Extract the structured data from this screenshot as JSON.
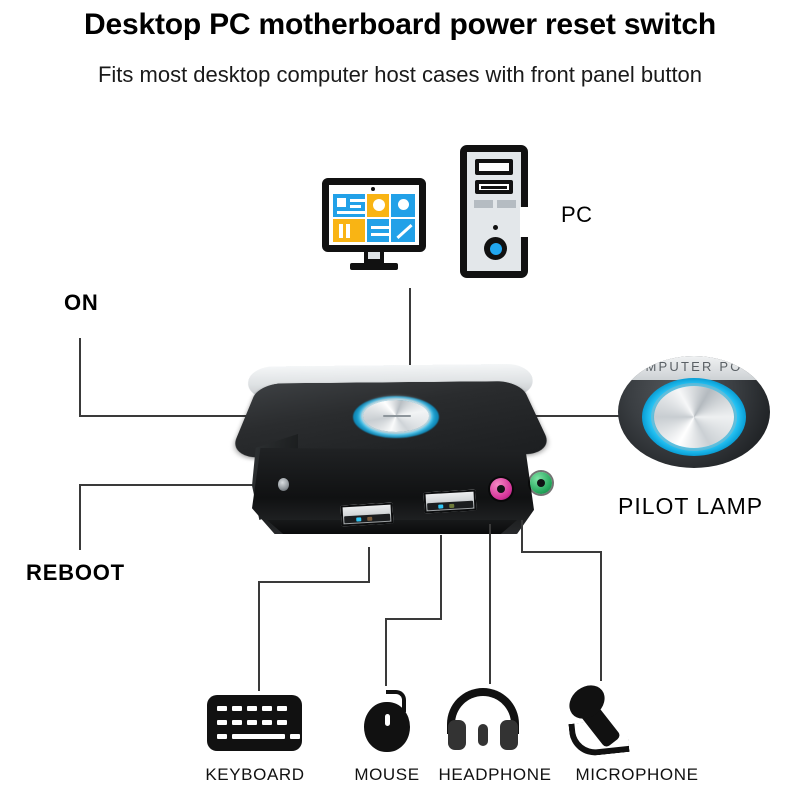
{
  "header": {
    "title": "Desktop PC motherboard power reset switch",
    "subtitle": "Fits most desktop computer host cases with front panel button"
  },
  "callouts": {
    "on": "ON",
    "reboot": "REBOOT",
    "pc": "PC",
    "pilot_lamp": "PILOT LAMP"
  },
  "lamp": {
    "engraved_text": "MPUTER PO"
  },
  "device_labels": [
    {
      "id": "keyboard",
      "label": "KEYBOARD"
    },
    {
      "id": "mouse",
      "label": "MOUSE"
    },
    {
      "id": "headphone",
      "label": "HEADPHONE"
    },
    {
      "id": "microphone",
      "label": "MICROPHONE"
    }
  ],
  "icons": {
    "monitor": "monitor-icon",
    "tower": "pc-tower-icon",
    "keyboard": "keyboard-icon",
    "mouse": "mouse-icon",
    "headphone": "headphone-icon",
    "microphone": "microphone-icon",
    "power_button": "power-button-icon",
    "usb_port": "usb-port-icon",
    "mic_jack": "microphone-jack-icon",
    "headphone_jack": "headphone-jack-icon",
    "reboot_pinhole": "reboot-pinhole-icon"
  },
  "colors": {
    "background": "#ffffff",
    "text": "#111111",
    "leader_line": "#3a3a3a",
    "screen_blue": "#22a1e8",
    "screen_yellow": "#f9b414",
    "tower_power_blue": "#21a7f0",
    "glow_cyan": "#2fd0ff",
    "mic_jack_pink": "#d6359a",
    "headphone_jack_green": "#25a75c",
    "device_black": "#17191a",
    "device_silver": "#dfe2e4"
  }
}
